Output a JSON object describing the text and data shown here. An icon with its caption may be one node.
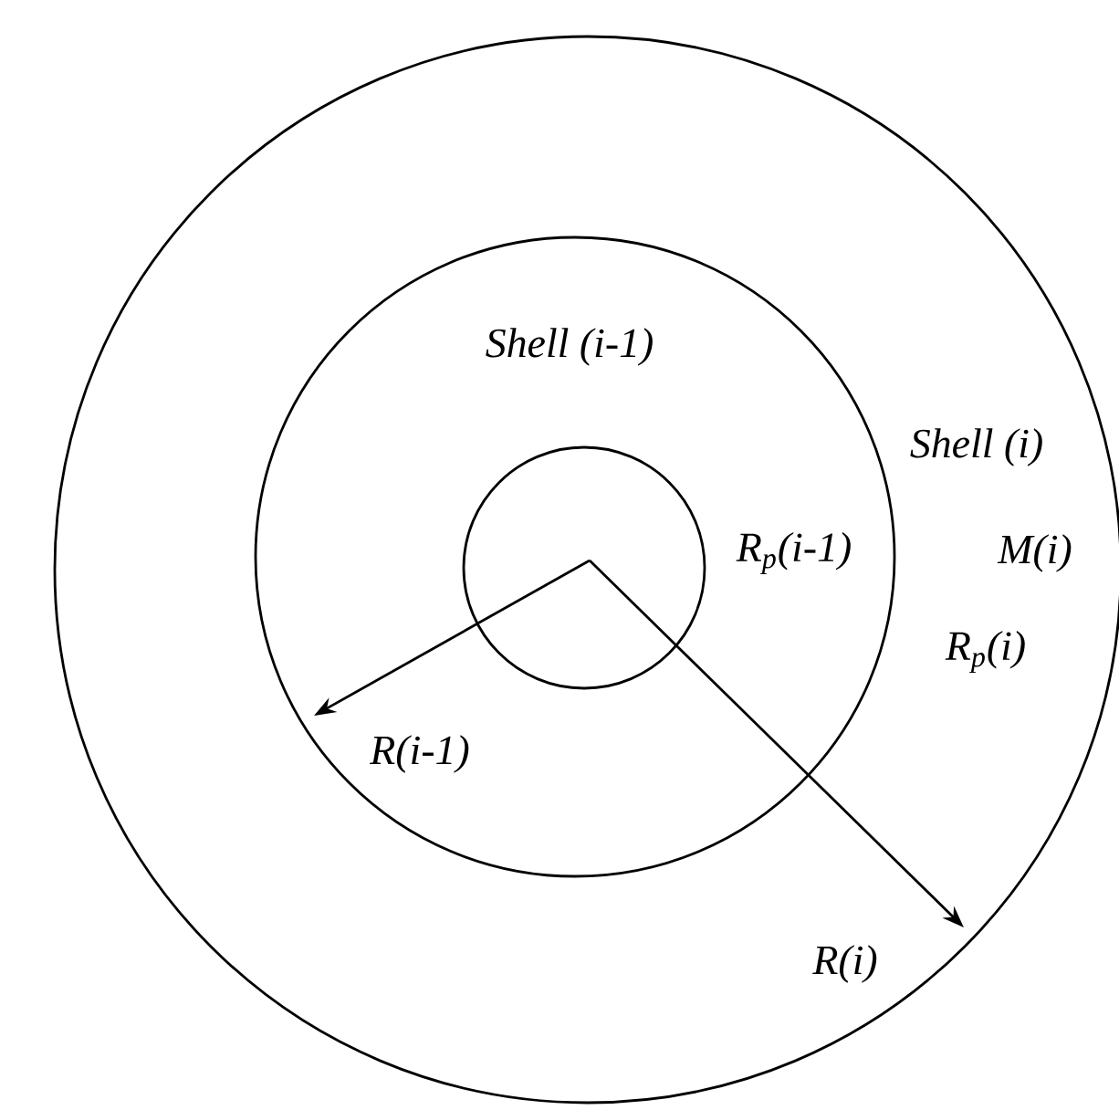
{
  "diagram": {
    "nodes": [
      {
        "text": [
          "Shell (i)",
          "M(i)",
          "R$_{p}$(i)"
        ]
      },
      {
        "text": [
          "Shell (i-1)",
          "R$_{p}$(i-1)"
        ],
        "in": 0
      },
      {
        "text": [],
        "shape": "circle",
        "in": 1
      }
    ],
    "labels": [
      "R(i-1)",
      "R(i)"
    ]
  }
}
